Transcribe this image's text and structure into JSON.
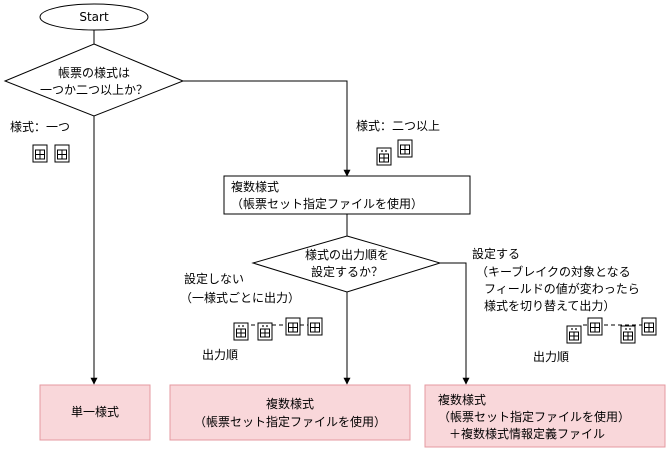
{
  "start": "Start",
  "decision1": {
    "line1": "帳票の様式は",
    "line2": "一つか二つ以上か？"
  },
  "branch_one": {
    "label": "様式：一つ"
  },
  "branch_two": {
    "label": "様式：二つ以上"
  },
  "process_multi": {
    "line1": "複数様式",
    "line2": "（帳票セット指定ファイルを使用）"
  },
  "decision2": {
    "line1": "様式の出力順を",
    "line2": "設定するか？"
  },
  "no_set": {
    "line1": "設定しない",
    "line2": "（一様式ごとに出力）",
    "order_label": "出力順"
  },
  "yes_set": {
    "line1": "設定する",
    "line2": "（キーブレイクの対象となる",
    "line3": "フィールドの値が変わったら",
    "line4": "様式を切り替えて出力）",
    "order_label": "出力順"
  },
  "result_single": {
    "label": "単一様式"
  },
  "result_multi": {
    "line1": "複数様式",
    "line2": "（帳票セット指定ファイルを使用）"
  },
  "result_multi_def": {
    "line1": "複数様式",
    "line2": "（帳票セット指定ファイルを使用）",
    "line3": "＋複数様式情報定義ファイル"
  },
  "colors": {
    "result_fill": "#f9d7da",
    "result_stroke": "#e59aa0",
    "line": "#000000"
  }
}
